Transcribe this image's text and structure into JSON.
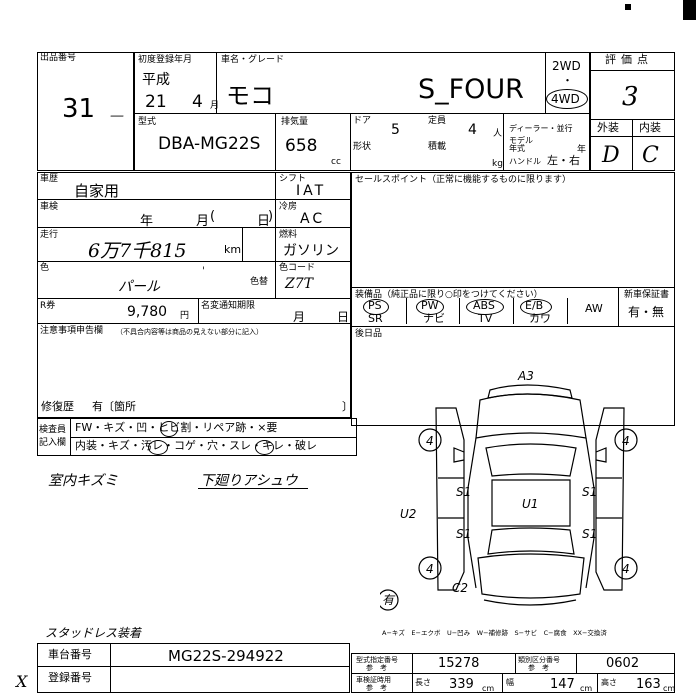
{
  "header": {
    "lot_label": "出品番号",
    "lot_number": "31",
    "first_reg_label": "初度登録年月",
    "era": "平成",
    "year": "21",
    "month": "4",
    "month_unit": "月",
    "car_name_label": "車名・グレード",
    "car_name": "モコ",
    "grade": "S_FOUR",
    "drive_2wd": "2WD",
    "drive_dot": "・",
    "drive_4wd": "4WD",
    "type_label": "型式",
    "model_code": "DBA-MG22S",
    "displacement_label": "排気量",
    "displacement": "658",
    "cc_unit": "cc",
    "doors_label": "ドア",
    "doors": "5",
    "capacity_label": "定員",
    "capacity": "4",
    "capacity_unit": "人",
    "shape_label": "形状",
    "load_label": "積載",
    "kg_unit": "kg",
    "dealer_label": "ディーラー・並行",
    "model_year_label": "モデル\n年式",
    "year_unit": "年",
    "handle_label": "ハンドル",
    "handle_value": "左・右"
  },
  "grades": {
    "score_label": "評価点",
    "score": "3",
    "exterior_label": "外装",
    "interior_label": "内装",
    "exterior": "D",
    "interior": "C"
  },
  "left": {
    "history_label": "車歴",
    "history": "自家用",
    "inspection_label": "車検",
    "inspection_year": "年",
    "inspection_month": "月",
    "inspection_day": "日",
    "mileage_label": "走行",
    "mileage": "6万7千815",
    "km_unit": "km",
    "color_label": "色",
    "color": "パール",
    "color_no_label": "色替",
    "recycle_label": "R券",
    "recycle_amount": "9,780",
    "yen_unit": "円",
    "notice_label": "名変通知期限",
    "notice_month": "月",
    "notice_day": "日",
    "caution_label": "注意事項申告欄",
    "caution_note": "（不具合内容等は商品の見えない部分に記入）",
    "repair_label": "修復歴",
    "repair_value": "有〔箇所",
    "repair_close": "〕"
  },
  "mid": {
    "shift_label": "シフト",
    "shift": "IAT",
    "ac_label": "冷房",
    "ac": "AC",
    "fuel_label": "燃料",
    "fuel": "ガソリン",
    "color_code_label": "色コード",
    "color_code": "Z7T"
  },
  "right": {
    "sales_label": "セールスポイント（正常に機能するものに限ります）",
    "equip_label": "装備品（純正品に限り○印をつけてください）",
    "warranty_label": "新車保証書",
    "warranty_value": "有・無",
    "equip_ps": "PS",
    "equip_pw": "PW",
    "equip_abs": "ABS",
    "equip_etb": "E/B",
    "equip_aw": "AW",
    "equip_sr": "SR",
    "equip_navi": "ナビ",
    "equip_tv": "TV",
    "equip_kawa": "カワ",
    "notes_label": "後日品"
  },
  "inspector": {
    "label1": "検査員",
    "label2": "記入欄",
    "row1": "FW・キズ・凹・ヒビ割・リペア跡・×要",
    "row2": "内装・キズ・汚レ・コゲ・穴・スレ・キレ・破レ"
  },
  "handwritten": {
    "interior_note": "室内キズミ",
    "under_note": "下廻りアシュウ",
    "studless": "スタッドレス装着",
    "mark_a3": "A3",
    "mark_4": "4",
    "mark_s1": "S1",
    "mark_u1": "U1",
    "mark_c2": "C2",
    "mark_u2": "U2",
    "mark_ari": "有",
    "x_mark": "X"
  },
  "legend": "A−キズ　E−エクボ　U−凹み　W−補修跡　S−サビ　C−腐食　XX−交換済",
  "footer": {
    "chassis_label": "車台番号",
    "chassis": "MG22S-294922",
    "reg_label": "登録番号",
    "type_designation_label": "型式指定番号",
    "ref": "参　考",
    "type_designation": "15278",
    "class_label": "類別区分番号",
    "class_value": "0602",
    "cert_label": "車検証時用",
    "length_label": "長さ",
    "length": "339",
    "width_label": "幅",
    "width": "147",
    "height_label": "高さ",
    "height": "163",
    "cm": "cm"
  }
}
